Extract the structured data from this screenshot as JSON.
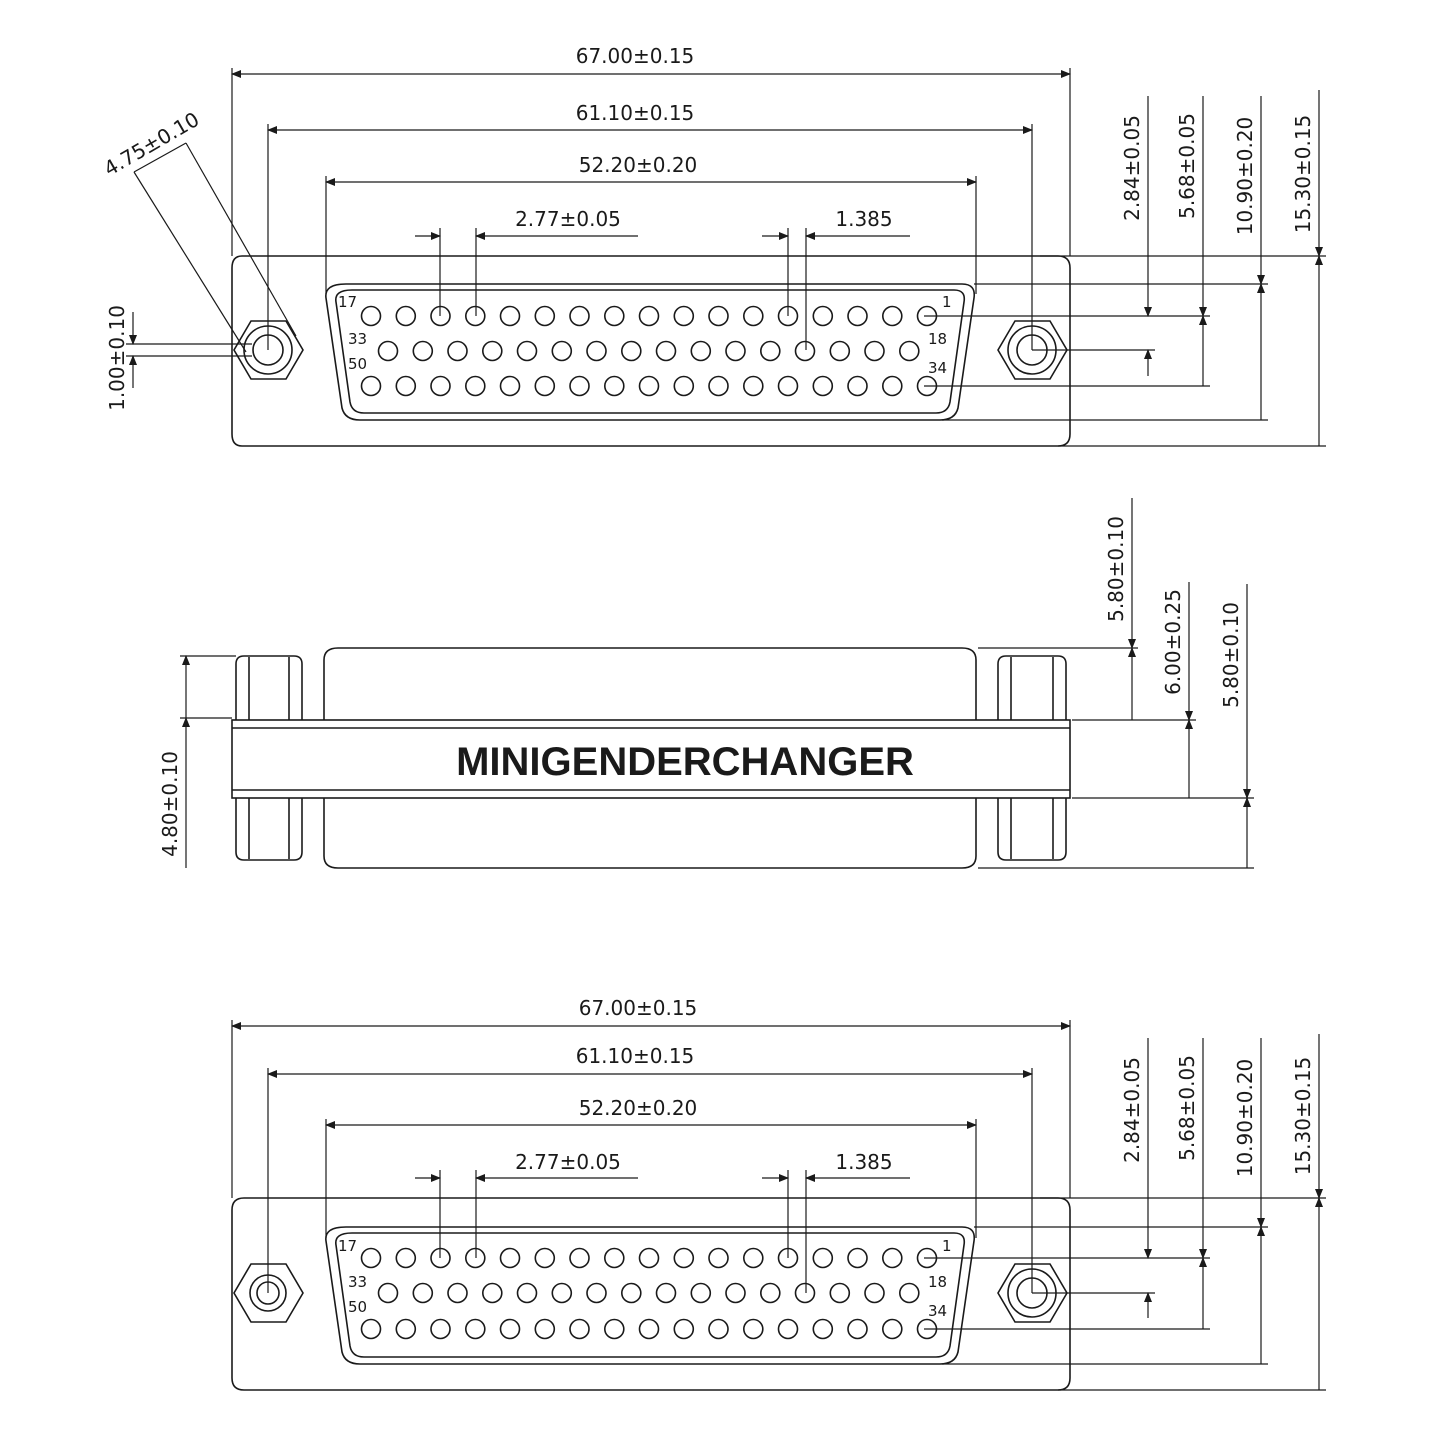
{
  "colors": {
    "line": "#1a1a1a",
    "background": "#ffffff"
  },
  "top_view": {
    "dims": {
      "overall_width": "67.00±0.15",
      "mount_hole_pitch": "61.10±0.15",
      "shell_width": "52.20±0.20",
      "pin_pitch": "2.77±0.05",
      "row_offset": "1.385",
      "hole_diameter": "4.75±0.10",
      "hole_offset": "1.00±0.10",
      "row1_to_row2": "2.84±0.05",
      "row1_to_row3": "5.68±0.05",
      "shell_height": "10.90±0.20",
      "flange_height": "15.30±0.15"
    },
    "pin_labels": {
      "p17": "17",
      "p1": "1",
      "p33": "33",
      "p18": "18",
      "p50": "50",
      "p34": "34"
    }
  },
  "side_view": {
    "dims": {
      "upper_height": "5.80±0.10",
      "mid_height": "6.00±0.25",
      "lower_height": "5.80±0.10",
      "flange_thickness": "4.80±0.10"
    },
    "brand": "MINIGENDERCHANGER"
  },
  "bottom_view": {
    "dims": {
      "overall_width": "67.00±0.15",
      "mount_hole_pitch": "61.10±0.15",
      "shell_width": "52.20±0.20",
      "pin_pitch": "2.77±0.05",
      "row_offset": "1.385",
      "row1_to_row2": "2.84±0.05",
      "row1_to_row3": "5.68±0.05",
      "shell_height": "10.90±0.20",
      "flange_height": "15.30±0.15"
    },
    "pin_labels": {
      "p17": "17",
      "p1": "1",
      "p33": "33",
      "p18": "18",
      "p50": "50",
      "p34": "34"
    }
  }
}
